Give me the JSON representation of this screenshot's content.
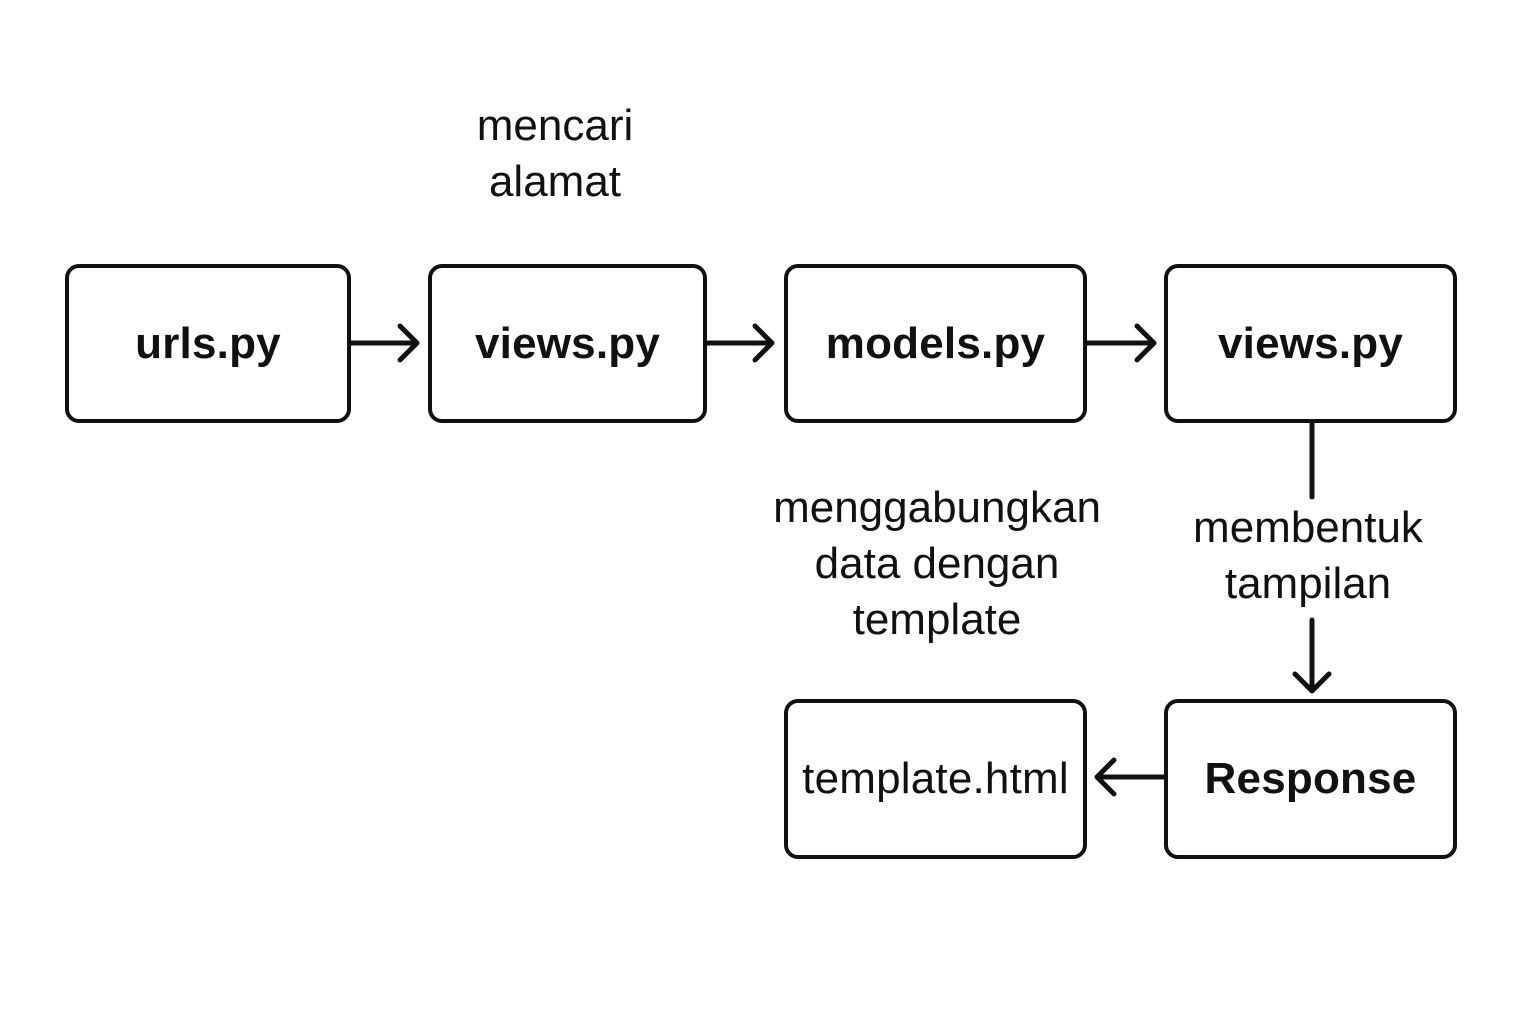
{
  "nodes": {
    "urls": "urls.py",
    "views_first": "views.py",
    "models": "models.py",
    "views_second": "views.py",
    "response": "Response",
    "template": "template.html"
  },
  "annotations": {
    "mencari_alamat": [
      "mencari",
      "alamat"
    ],
    "menggabungkan": [
      "menggabungkan",
      "data dengan",
      "template"
    ],
    "membentuk_tampilan": [
      "membentuk",
      "tampilan"
    ]
  },
  "colors": {
    "stroke": "#111111",
    "background": "#ffffff"
  }
}
